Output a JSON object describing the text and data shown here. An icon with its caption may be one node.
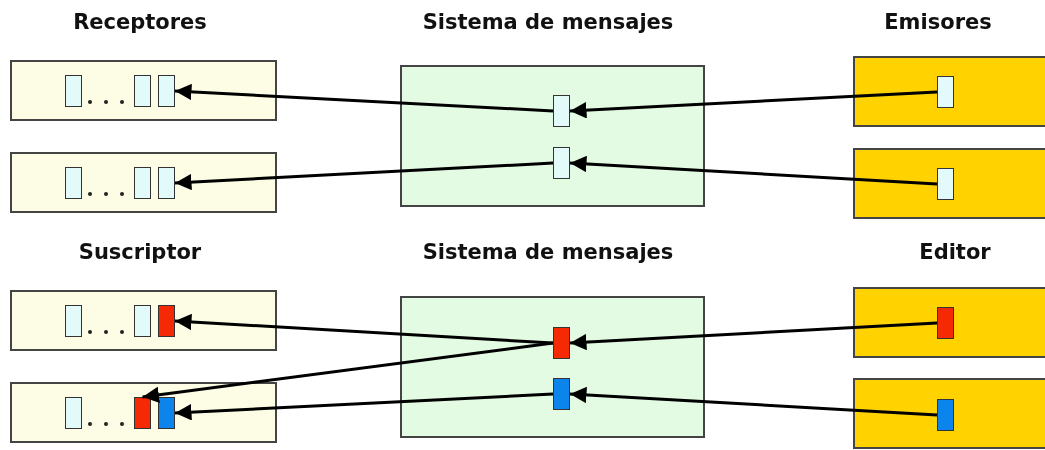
{
  "diagram": {
    "nodes": [
      {
        "text": [],
        "shape": "box"
      },
      {
        "text": [],
        "shape": "box",
        "in": 0
      },
      {
        "text": [],
        "shape": "box",
        "in": 0
      },
      {
        "text": [],
        "shape": "box",
        "in": 0
      },
      {
        "text": [],
        "shape": "box"
      },
      {
        "text": [],
        "shape": "box",
        "in": 4
      },
      {
        "text": [],
        "shape": "box",
        "in": 4
      },
      {
        "text": [],
        "shape": "box",
        "in": 4
      },
      {
        "text": [],
        "shape": "box"
      },
      {
        "text": [],
        "shape": "box",
        "in": 8
      },
      {
        "text": [],
        "shape": "box",
        "in": 8
      },
      {
        "text": [],
        "shape": "box"
      },
      {
        "text": [],
        "shape": "box",
        "in": 11
      },
      {
        "text": [],
        "shape": "box"
      },
      {
        "text": [],
        "shape": "box",
        "in": 13
      },
      {
        "text": [],
        "shape": "box"
      },
      {
        "text": [],
        "shape": "box",
        "in": 15
      },
      {
        "text": [],
        "shape": "box",
        "in": 15
      },
      {
        "text": [],
        "shape": "box",
        "in": 15
      },
      {
        "text": [],
        "shape": "box"
      },
      {
        "text": [],
        "shape": "box",
        "in": 19
      },
      {
        "text": [],
        "shape": "box",
        "in": 19
      },
      {
        "text": [],
        "shape": "box",
        "in": 19
      },
      {
        "text": [],
        "shape": "box"
      },
      {
        "text": [],
        "shape": "box",
        "in": 23
      },
      {
        "text": [],
        "shape": "box",
        "in": 23
      },
      {
        "text": [],
        "shape": "box"
      },
      {
        "text": [],
        "shape": "box",
        "in": 26
      },
      {
        "text": [],
        "shape": "box"
      },
      {
        "text": [],
        "shape": "box",
        "in": 28
      }
    ],
    "edges": [
      {
        "from": 12,
        "to": 9,
        "arrow": "to"
      },
      {
        "from": 14,
        "to": 10,
        "arrow": "to"
      },
      {
        "from": 9,
        "to": 3,
        "arrow": "to"
      },
      {
        "from": 10,
        "to": 7,
        "arrow": "to"
      },
      {
        "from": 27,
        "to": 24,
        "arrow": "to"
      },
      {
        "from": 29,
        "to": 25,
        "arrow": "to"
      },
      {
        "from": 24,
        "to": 18,
        "arrow": "to"
      },
      {
        "from": 24,
        "to": 21,
        "arrow": "to"
      },
      {
        "from": 25,
        "to": 22,
        "arrow": "to"
      }
    ],
    "labels": [
      "Receptores",
      "Sistema de mensajes",
      "Emisores",
      "Suscriptor",
      "Sistema de mensajes",
      "Editor"
    ]
  }
}
